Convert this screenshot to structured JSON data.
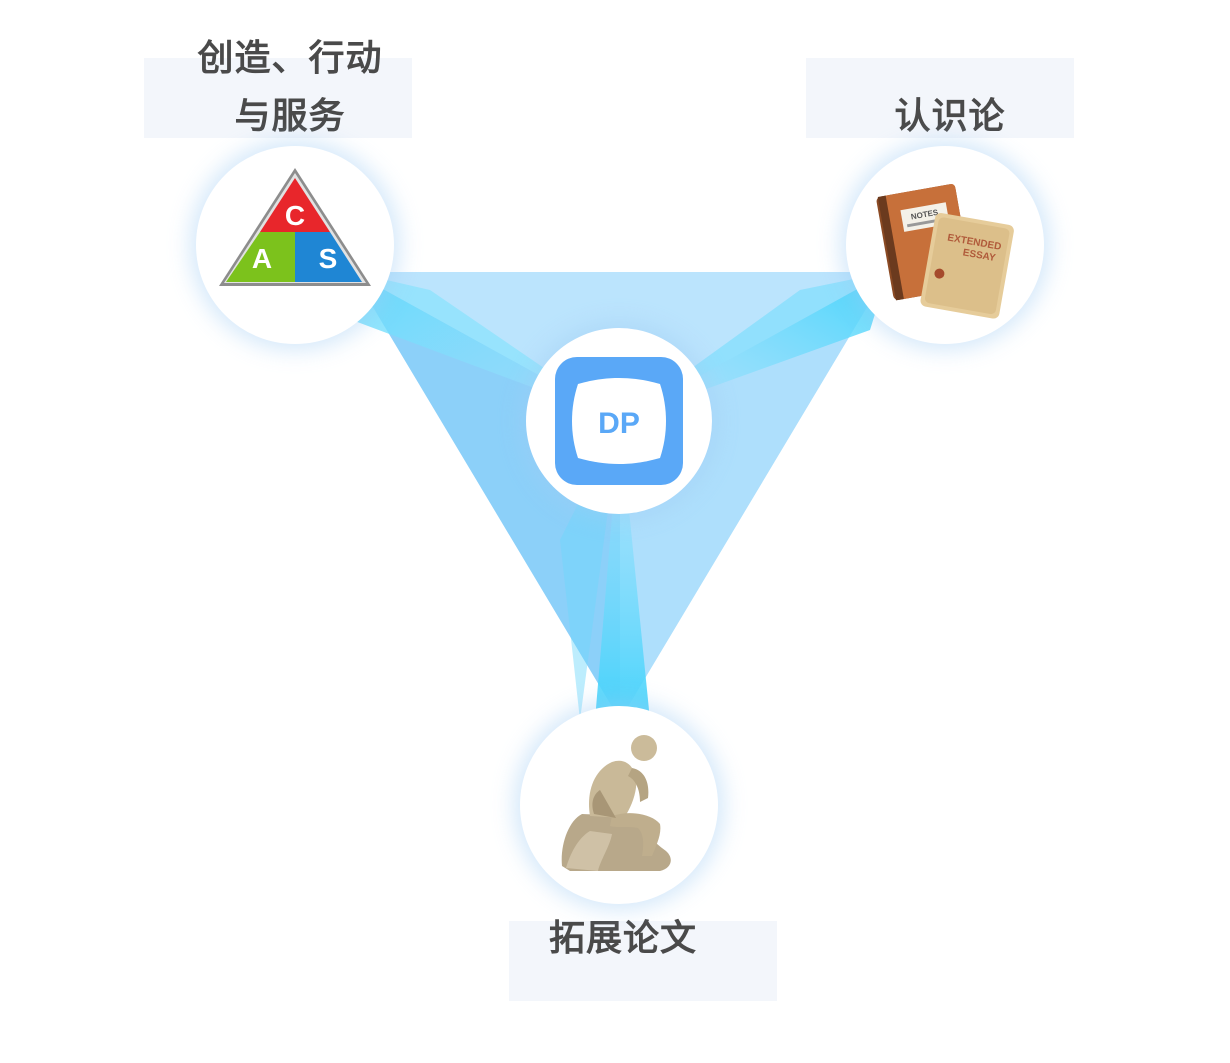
{
  "nodes": {
    "cas": {
      "label_line1": "创造、行动",
      "label_line2": "与服务",
      "icon": "cas-triangle-icon",
      "letters": {
        "top": "C",
        "left": "A",
        "right": "S"
      },
      "colors": {
        "top": "#e8262b",
        "left": "#7cc21c",
        "right": "#1f86d4"
      }
    },
    "tok": {
      "label": "认识论",
      "icon": "books-icon",
      "notebook_text": "NOTES",
      "essay_text_line1": "EXTENDED",
      "essay_text_line2": "ESSAY"
    },
    "ee": {
      "label": "拓展论文",
      "icon": "thinker-statue-icon"
    },
    "center": {
      "logo_text": "DP",
      "icon": "dp-logo-icon",
      "color": "#5aa8f7"
    }
  },
  "colors": {
    "triangle_light": "#bfe6fd",
    "triangle_mid": "#8fd2fb",
    "triangle_bright": "#4ed6fb",
    "label_background": "#f3f6fb",
    "label_text": "#4a4a4a"
  }
}
